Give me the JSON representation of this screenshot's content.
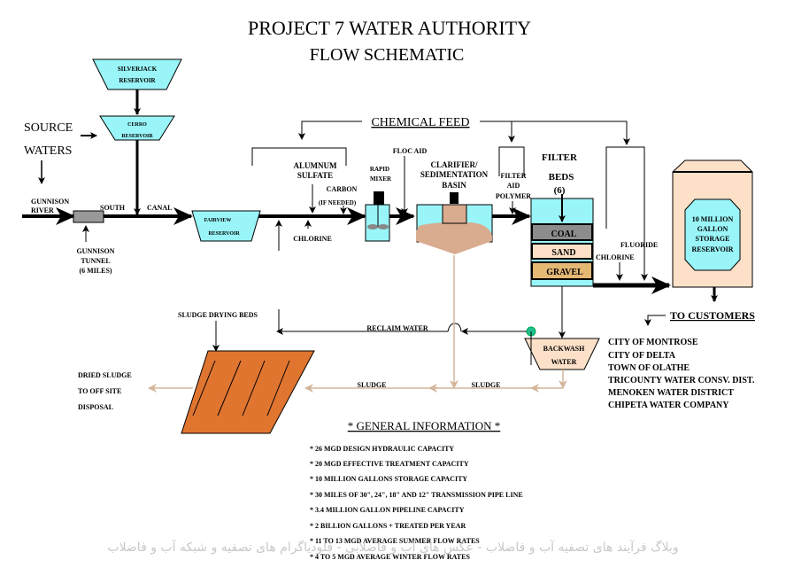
{
  "title": {
    "line1": "PROJECT 7 WATER AUTHORITY",
    "line2": "FLOW SCHEMATIC"
  },
  "source": {
    "label1": "SOURCE",
    "label2": "WATERS",
    "silverjack1": "SILVERJACK",
    "silverjack2": "RESERVOIR",
    "cerro1": "CERRO",
    "cerro2": "RESERVOIR",
    "gunnison_river1": "GUNNISON",
    "gunnison_river2": "RIVER",
    "tunnel1": "GUNNISON",
    "tunnel2": "TUNNEL",
    "tunnel3": "(6 MILES)",
    "south": "SOUTH",
    "canal": "CANAL",
    "fairview1": "FAIRVIEW",
    "fairview2": "RESERVOIR"
  },
  "chemical": {
    "feed": "CHEMICAL FEED",
    "alum1": "ALUMNUM",
    "alum2": "SULFATE",
    "carbon": "CARBON",
    "if_needed": "(IF NEEDED)",
    "chlorine1": "CHLORINE",
    "floc_aid": "FLOC AID",
    "rapid1": "RAPID",
    "rapid2": "MIXER",
    "clarifier1": "CLARIFIER/",
    "clarifier2": "SEDIMENTATION",
    "clarifier3": "BASIN",
    "filter_aid1": "FILTER",
    "filter_aid2": "AID",
    "filter_aid3": "POLYMER",
    "filter_beds1": "FILTER",
    "filter_beds2": "BEDS",
    "filter_beds3": "(6)",
    "layers": [
      "COAL",
      "SAND",
      "GRAVEL"
    ],
    "chlorine2": "CHLORINE",
    "fluoride": "FLUORIDE"
  },
  "storage": {
    "line1": "10 MILLION",
    "line2": "GALLON",
    "line3": "STORAGE",
    "line4": "RESERVOIR"
  },
  "customers": {
    "heading": "TO CUSTOMERS",
    "list": [
      "CITY OF MONTROSE",
      "CITY OF DELTA",
      "TOWN OF OLATHE",
      "TRICOUNTY WATER CONSV. DIST.",
      "MENOKEN WATER DISTRICT",
      "CHIPETA WATER COMPANY"
    ]
  },
  "waste": {
    "drying_beds": "SLUDGE DRYING BEDS",
    "reclaim": "RECLAIM WATER",
    "backwash1": "BACKWASH",
    "backwash2": "WATER",
    "sludge1": "SLUDGE",
    "sludge2": "SLUDGE",
    "dried1": "DRIED SLUDGE",
    "dried2": "TO OFF SITE",
    "dried3": "DISPOSAL"
  },
  "general": {
    "heading": "* GENERAL INFORMATION *",
    "items": [
      "*  26  MGD DESIGN HYDRAULIC CAPACITY",
      "*  20  MGD  EFFECTIVE TREATMENT CAPACITY",
      "*  10  MILLION GALLONS STORAGE CAPACITY",
      "*  30  MILES OF 30\", 24\",  18\" AND 12\" TRANSMISSION PIPE LINE",
      "*  3.4 MILLION GALLON  PIPELINE CAPACITY",
      "*  2  BILLION GALLONS +  TREATED PER YEAR",
      "*  11  TO 13 MGD AVERAGE SUMMER FLOW RATES",
      "*  4  TO 5  MGD  AVERAGE WINTER FLOW RATES"
    ]
  },
  "watermark": "وبلاگ فرآیند های تصفیه آب و فاضلاب - عکس های آب و فاضلابی - فلودیاگرام های تصفیه و شبکه آب و فاضلاب",
  "colors": {
    "water": "#99f5f8",
    "sludge": "#d9ab8f",
    "peach": "#fce0c8",
    "gravel": "#e5b874",
    "coal": "#8c8c8c",
    "beds": "#e07530",
    "sludge_line": "#d4b59a",
    "valve": "#1fbf8f"
  }
}
